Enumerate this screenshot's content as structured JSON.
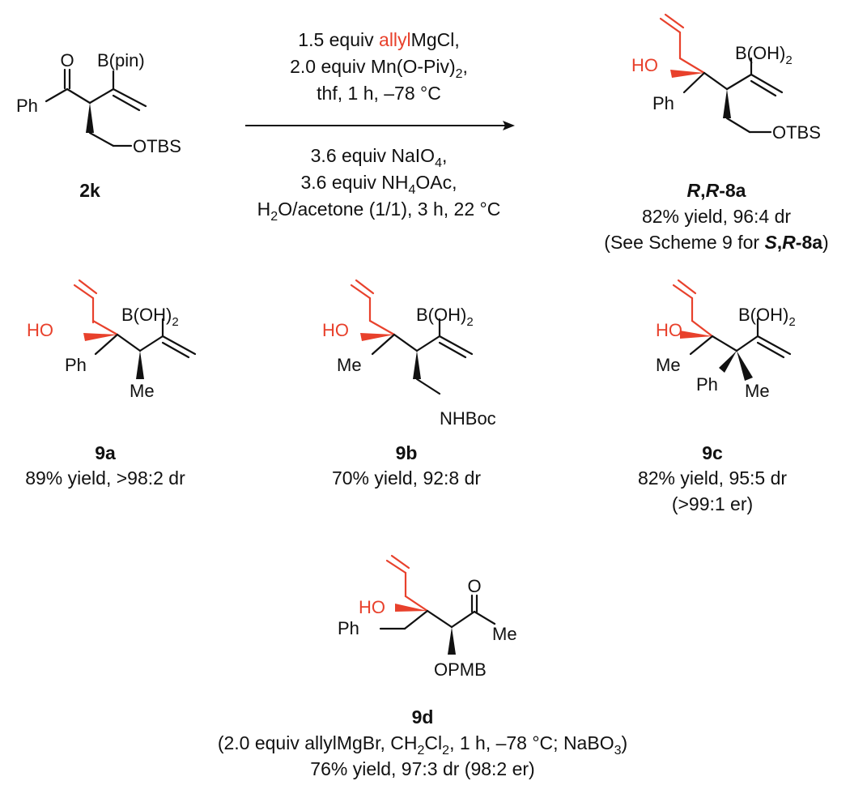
{
  "colors": {
    "highlight": "#e8412c",
    "ink": "#111111"
  },
  "reaction": {
    "conditions_above": {
      "line1_prefix": "1.5 equiv ",
      "line1_highlight": "allyl",
      "line1_suffix": "MgCl,",
      "line2": "2.0 equiv Mn(O-Piv)",
      "line2_sub": "2",
      "line2_end": ",",
      "line3": "thf, 1 h, –78 °C"
    },
    "conditions_below": {
      "line1": "3.6 equiv NaIO",
      "line1_sub": "4",
      "line1_end": ",",
      "line2": "3.6 equiv NH",
      "line2_sub": "4",
      "line2_end": "OAc,",
      "line3_pre": "H",
      "line3_sub": "2",
      "line3_end": "O/acetone (1/1), 3 h, 22 °C"
    }
  },
  "compounds": {
    "c2k": {
      "id": "2k",
      "labels": {
        "o": "O",
        "bpin": "B(pin)",
        "ph": "Ph",
        "otbs": "OTBS"
      }
    },
    "c8a": {
      "id_r1": "R",
      "id_comma": ",",
      "id_r2": "R",
      "id_tail": "-8a",
      "yield": "82% yield, 96:4 dr",
      "note_pre": "(See Scheme 9 for ",
      "note_s": "S",
      "note_comma": ",",
      "note_r": "R",
      "note_id": "-8a",
      "note_end": ")",
      "labels": {
        "ho": "HO",
        "b": "B(OH)",
        "b_sub": "2",
        "ph": "Ph",
        "otbs": "OTBS"
      }
    },
    "c9a": {
      "id": "9a",
      "yield": "89% yield, >98:2 dr",
      "labels": {
        "ho": "HO",
        "b": "B(OH)",
        "b_sub": "2",
        "ph": "Ph",
        "me": "Me"
      }
    },
    "c9b": {
      "id": "9b",
      "yield": "70% yield, 92:8 dr",
      "labels": {
        "ho": "HO",
        "b": "B(OH)",
        "b_sub": "2",
        "me": "Me",
        "nhboc": "NHBoc"
      }
    },
    "c9c": {
      "id": "9c",
      "yield": "82% yield, 95:5 dr",
      "er": "(>99:1 er)",
      "labels": {
        "ho": "HO",
        "b": "B(OH)",
        "b_sub": "2",
        "me1": "Me",
        "ph": "Ph",
        "me2": "Me"
      }
    },
    "c9d": {
      "id": "9d",
      "cond_pre": "(2.0 equiv allylMgBr, CH",
      "cond_sub1": "2",
      "cond_mid": "Cl",
      "cond_sub2": "2",
      "cond_end": ", 1 h, –78 °C; NaBO",
      "cond_sub3": "3",
      "cond_close": ")",
      "yield": "76% yield, 97:3 dr (98:2 er)",
      "labels": {
        "ho": "HO",
        "o": "O",
        "ph": "Ph",
        "me": "Me",
        "opmb": "OPMB"
      }
    }
  }
}
